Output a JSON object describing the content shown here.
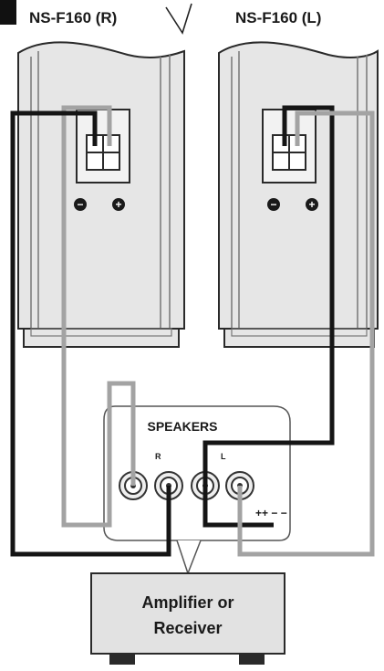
{
  "speakers": {
    "right": {
      "label": "NS-F160 (R)"
    },
    "left": {
      "label": "NS-F160 (L)"
    }
  },
  "terminal_symbols": {
    "minus": "−",
    "plus": "+"
  },
  "panel": {
    "title": "SPEAKERS",
    "right_channel": "R",
    "left_channel": "L",
    "polarity": "++ − −"
  },
  "amplifier": {
    "line1": "Amplifier or",
    "line2": "Receiver"
  },
  "colors": {
    "speaker_body": "#e6e6e6",
    "black_wire": "#151515",
    "gray_wire": "#a3a3a3",
    "amp_fill": "#e2e2e2",
    "outline": "#2a2a2a"
  }
}
